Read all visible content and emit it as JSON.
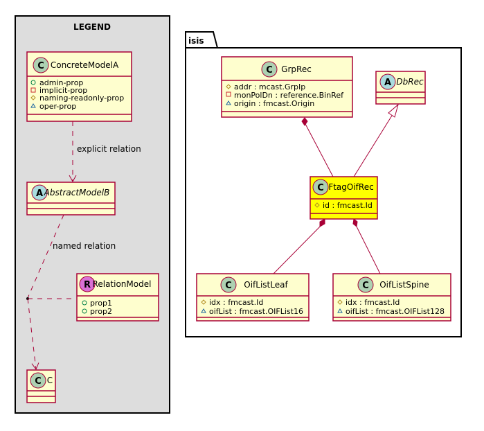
{
  "legend": {
    "title": "LEGEND",
    "concrete": {
      "name": "ConcreteModelA",
      "badge": "C",
      "props": [
        {
          "vis": "public",
          "text": "admin-prop"
        },
        {
          "vis": "private",
          "text": "implicit-prop"
        },
        {
          "vis": "protected",
          "text": "naming-readonly-prop"
        },
        {
          "vis": "package",
          "text": "oper-prop"
        }
      ]
    },
    "abstract": {
      "name": "AbstractModelB",
      "badge": "A"
    },
    "relation_model": {
      "name": "RelationModel",
      "badge": "R",
      "props": [
        {
          "vis": "public",
          "text": "prop1"
        },
        {
          "vis": "public",
          "text": "prop2"
        }
      ]
    },
    "c": {
      "name": "C",
      "badge": "C"
    },
    "explicit_label": "explicit relation",
    "named_label": "named relation"
  },
  "package": {
    "name": "isis",
    "grprec": {
      "name": "GrpRec",
      "badge": "C",
      "props": [
        {
          "vis": "protected",
          "text": "addr : mcast.GrpIp"
        },
        {
          "vis": "private",
          "text": "monPolDn : reference.BinRef"
        },
        {
          "vis": "package",
          "text": "origin : fmcast.Origin"
        }
      ]
    },
    "dbrec": {
      "name": "DbRec",
      "badge": "A"
    },
    "ftag": {
      "name": "FtagOifRec",
      "badge": "C",
      "props": [
        {
          "vis": "protected",
          "text": "id : fmcast.Id"
        }
      ]
    },
    "leaf": {
      "name": "OifListLeaf",
      "badge": "C",
      "props": [
        {
          "vis": "protected",
          "text": "idx : fmcast.Id"
        },
        {
          "vis": "package",
          "text": "oifList : fmcast.OIFList16"
        }
      ]
    },
    "spine": {
      "name": "OifListSpine",
      "badge": "C",
      "props": [
        {
          "vis": "protected",
          "text": "idx : fmcast.Id"
        },
        {
          "vis": "package",
          "text": "oifList : fmcast.OIFList128"
        }
      ]
    }
  },
  "colors": {
    "class_fill": "#FEFECE",
    "highlight_fill": "#FFFF00",
    "border": "#A80036",
    "badge_class": "#ADD1B2",
    "badge_abstract": "#A9DCDF",
    "badge_relation": "#DA70D6",
    "legend_bg": "#DDDDDD"
  }
}
